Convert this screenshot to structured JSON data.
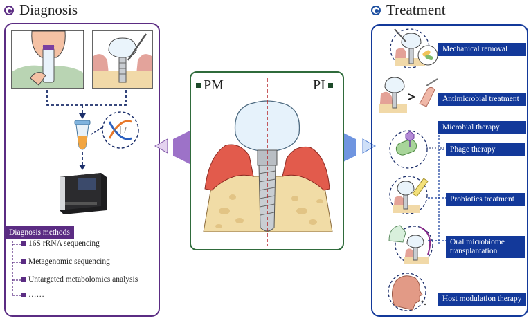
{
  "diagnosis": {
    "title": "Diagnosis",
    "methods_title": "Diagnosis methods",
    "methods": [
      "16S rRNA sequencing",
      "Metagenomic sequencing",
      "Untargeted metabolomics analysis",
      "……"
    ],
    "color": "#5b2c83"
  },
  "center": {
    "left_label": "PM",
    "right_label": "PI"
  },
  "treatment": {
    "title": "Treatment",
    "color": "#13399a",
    "items": {
      "mechanical": "Mechanical removal",
      "antimicrobial": "Antimicrobial treatment",
      "microbial": "Microbial therapy",
      "phage": "Phage therapy",
      "probiotics": "Probiotics treatment",
      "omt_line1": "Oral microbiome",
      "omt_line2": "transplantation",
      "host": "Host modulation therapy"
    }
  },
  "icons": [
    "saliva-sample-icon",
    "implant-sampling-icon",
    "test-tube-icon",
    "dna-icon",
    "sequencer-icon",
    "implant-icon",
    "bacteriophage-icon",
    "head-profile-icon"
  ]
}
